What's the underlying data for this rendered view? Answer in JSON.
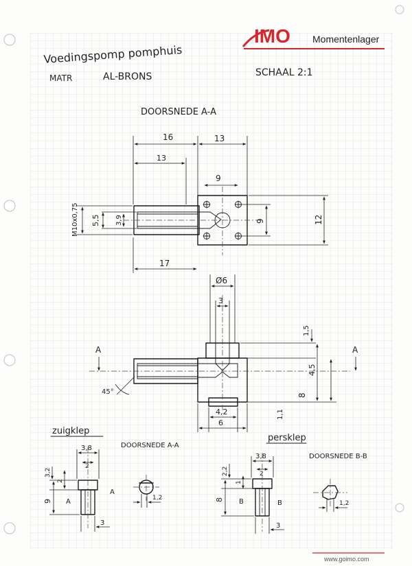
{
  "brand": {
    "logo": "IMO",
    "name": "Momentenlager",
    "website": "www.goimo.com",
    "accent_color": "#d6262e"
  },
  "header": {
    "title_line1": "Voedingspomp pomphuis",
    "material_label": "MATR",
    "material_value": "AL-BRONS",
    "scale": "SCHAAL 2:1"
  },
  "section_main": {
    "title": "DOORSNEDE A-A",
    "dims": {
      "d16": "16",
      "d13_top": "13",
      "d13_inner": "13",
      "d9_top": "9",
      "d55": "5,5",
      "d39": "3,9",
      "thread": "M10x0,75",
      "d9_side": "9",
      "d12": "12",
      "d17": "17"
    }
  },
  "section_side": {
    "dims": {
      "d_phi6": "Ø6",
      "d3": "3",
      "d15": "1,5",
      "d45_right": "4,5",
      "d8": "8",
      "angle45": "45°",
      "d42": "4,2",
      "d6": "6",
      "d11": "1,1"
    },
    "cut_left": "A",
    "cut_right": "A"
  },
  "suction_valve": {
    "title": "zuigklep",
    "section_title": "DOORSNEDE A-A",
    "dims": {
      "d38": "3,8",
      "d2w": "2",
      "d32": "3,2",
      "d2h": "2",
      "d9": "9",
      "d3": "3",
      "d12": "1,2",
      "label_a": "A",
      "label_a2": "A"
    }
  },
  "pressure_valve": {
    "title": "persklep",
    "section_title": "DOORSNEDE B-B",
    "dims": {
      "d38": "3,8",
      "d2w": "2",
      "d22": "2,2",
      "d1": "1",
      "d8": "8",
      "d3": "3",
      "d12": "1,2",
      "label_b": "B",
      "label_b2": "B"
    }
  }
}
